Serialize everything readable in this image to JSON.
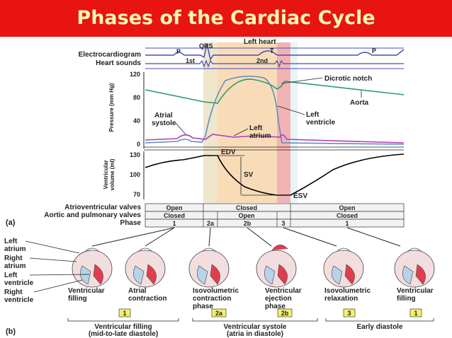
{
  "title": "Phases of the Cardiac Cycle",
  "colors": {
    "title_bg": "#e8140f",
    "title_text": "#fff7b0",
    "ecg": "#4b4bb8",
    "aorta": "#2e9a6e",
    "left_ventricle": "#5a8fc2",
    "left_atrium": "#b23cb8",
    "volume": "#000000",
    "iso_band": "#f6e8c8",
    "ejection_band": "#f7dcb8",
    "red_band": "#f4b8b8",
    "filling_band": "#dcebf2",
    "label_box": "#f4f06a"
  },
  "header": {
    "left_heart": "Left heart"
  },
  "ecg": {
    "row_label": "Electrocardiogram",
    "p1": "P",
    "qrs": "QRS",
    "t": "T",
    "p2": "P"
  },
  "sounds": {
    "row_label": "Heart sounds",
    "first": "1st",
    "second": "2nd"
  },
  "pressure": {
    "axis_label": "Pressure (mm Hg)",
    "ticks": [
      "120",
      "80",
      "40",
      "0"
    ],
    "dicrotic_notch": "Dicrotic notch",
    "aorta": "Aorta",
    "left_ventricle_1": "Left",
    "left_ventricle_2": "ventricle",
    "atrial_systole_1": "Atrial",
    "atrial_systole_2": "systole",
    "left_atrium_1": "Left",
    "left_atrium_2": "atrium"
  },
  "volume": {
    "axis_label_1": "Ventricular",
    "axis_label_2": "volume (ml)",
    "ticks": [
      "130",
      "100",
      "70"
    ],
    "edv": "EDV",
    "sv": "SV",
    "esv": "ESV"
  },
  "valves": {
    "av_label": "Atrioventricular valves",
    "sl_label": "Aortic and pulmonary valves",
    "phase_label": "Phase",
    "panel_a": "(a)",
    "av": [
      "Open",
      "Closed",
      "Open"
    ],
    "sl": [
      "Closed",
      "Open",
      "Closed"
    ],
    "phases": [
      "1",
      "2a",
      "2b",
      "3",
      "1"
    ]
  },
  "hearts": {
    "left_atrium_1": "Left",
    "left_atrium_2": "atrium",
    "right_atrium_1": "Right",
    "right_atrium_2": "atrium",
    "left_ventricle_1": "Left",
    "left_ventricle_2": "ventricle",
    "right_ventricle_1": "Right",
    "right_ventricle_2": "ventricle",
    "captions": [
      {
        "l1": "Ventricular",
        "l2": "filling",
        "l3": ""
      },
      {
        "l1": "Atrial",
        "l2": "contraction",
        "l3": ""
      },
      {
        "l1": "Isovolumetric",
        "l2": "contraction",
        "l3": "phase"
      },
      {
        "l1": "Ventricular",
        "l2": "ejection",
        "l3": "phase"
      },
      {
        "l1": "Isovolumetric",
        "l2": "relaxation",
        "l3": ""
      },
      {
        "l1": "Ventricular",
        "l2": "filling",
        "l3": ""
      }
    ],
    "phase_boxes": [
      "1",
      "2a",
      "2b",
      "3",
      "1"
    ],
    "group1_1": "Ventricular filling",
    "group1_2": "(mid-to-late diastole)",
    "group2_1": "Ventricular systole",
    "group2_2": "(atria in diastole)",
    "group3_1": "Early diastole",
    "panel_b": "(b)"
  }
}
